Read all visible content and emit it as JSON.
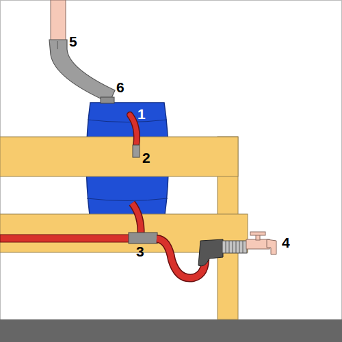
{
  "diagram": {
    "labels": [
      "5",
      "6",
      "1",
      "2",
      "3",
      "4"
    ]
  }
}
